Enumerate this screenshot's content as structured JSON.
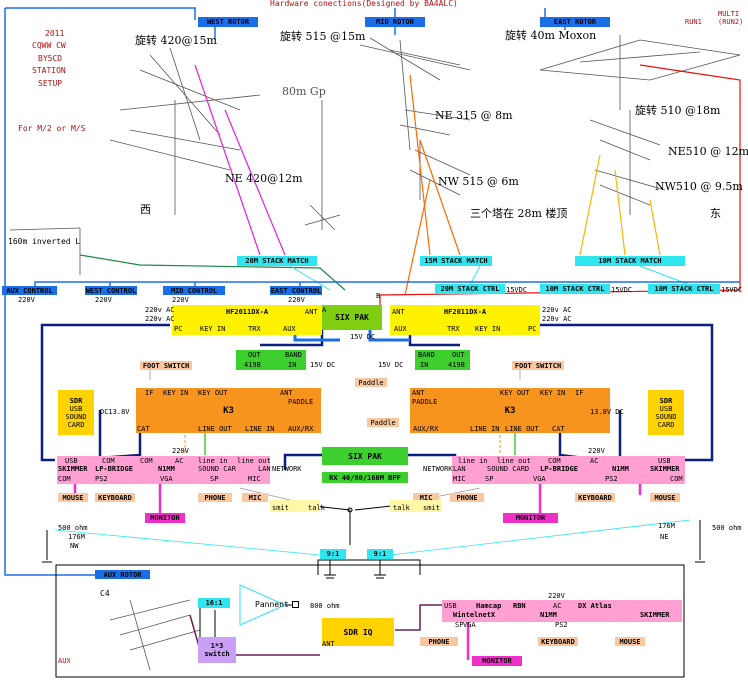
{
  "header": "Hardware conections(Designed by BA4ALC)",
  "top_left": {
    "year": "2011",
    "contest": "CQWW CW",
    "call": "BY5CD",
    "station": "STATION",
    "setup": "SETUP",
    "note": "For M/2 or M/S"
  },
  "top_right": {
    "multi": "MULTI",
    "run": "(RUN2)",
    "run1": "RUN1"
  },
  "rotors": {
    "west": "WEST ROTOR",
    "mid": "MID ROTOR",
    "east": "EAST ROTOR"
  },
  "antennas": {
    "a1": "旋转 420@15m",
    "a2": "旋转 515 @15m",
    "a3": "旋转 40m Moxon",
    "a4": "80m Gp",
    "a5": "NE 315 @ 8m",
    "a6": "NW 515 @ 6m",
    "a7": "NE 420@12m",
    "a8": "三个塔在 28m 楼顶",
    "a9": "旋转 510 @18m",
    "a10": "NE510 @ 12m",
    "a11": "NW510 @ 9.5m",
    "west": "西",
    "east": "东",
    "inv": "160m inverted L"
  },
  "stack": {
    "m20": "20M STACK MATCH",
    "m15": "15M STACK MATCH",
    "m10": "10M STACK MATCH",
    "c20": "20M STACK CTRL",
    "c15": "10M STACK CTRL",
    "c10": "10M STACK  CTRL",
    "v": "15VDC"
  },
  "controls": {
    "aux": "AUX CONTROL",
    "west": "WEST CONTROL",
    "mid": "MID  CONTROL",
    "east": "EAST CONTROL",
    "v": "220V"
  },
  "sixpak": {
    "top": "SIX PAK",
    "mid": "SIX PAK",
    "a": "A",
    "b": "B",
    "v": "15V DC"
  },
  "amp": {
    "name": "HF2011DX-A",
    "ac1": "220v AC",
    "ac2": "220v AC",
    "pc": "PC",
    "keyin": "KEY IN",
    "trx": "TRX",
    "aux": "AUX",
    "ant": "ANT"
  },
  "band": {
    "out": "OUT",
    "band": "BAND",
    "in": "IN",
    "n419": "419B",
    "v": "15V DC"
  },
  "k3": {
    "name": "K3",
    "if": "IF",
    "keyin": "KEY IN",
    "keyout": "KEY OUT",
    "ant": "ANT",
    "paddle": "PADDLE",
    "cat": "CAT",
    "lineout": "LINE OUT",
    "linein": "LINE IN",
    "auxrx": "AUX/RX",
    "dc": "DC13.8V",
    "dcr": "13.8V DC"
  },
  "foot": "FOOT SWITCH",
  "paddle": "Paddle",
  "sdr": {
    "name": "SDR",
    "usb": "USB",
    "sound": "SOUND",
    "card": "CARD"
  },
  "pc": {
    "usb": "USB",
    "com": "COM",
    "ac": "AC",
    "ps2": "PS2",
    "vga": "VGA",
    "skimmer": "SKIMMER",
    "lpbridge": "LP-BRIDGE",
    "n1mm": "N1MM",
    "linein": "line in",
    "soundcar": "SOUND CAR",
    "lineout": "line out",
    "lan": "LAN",
    "mic": "MIC",
    "sp": "SP",
    "network": "NETWORK",
    "soundcard": "SOUND CARD",
    "v": "220V"
  },
  "peripherals": {
    "mouse": "MOUSE",
    "keyboard": "KEYBOARD",
    "monitor": "MONITOR",
    "phone": "PHONE",
    "mic": "MIC"
  },
  "bpf": "RX 40/80/160M BPF",
  "switch": {
    "smit": "smit",
    "talk": "talk"
  },
  "trans": {
    "t1": "9:1",
    "t2": "9:1",
    "r500": "500 ohm",
    "r176": "176M",
    "nw": "NW",
    "ne": "NE"
  },
  "aux": {
    "rotor": "AUX ROTOR",
    "c4": "C4",
    "ratio": "16:1",
    "pannent": "Pannent",
    "ohm": "800 ohm",
    "sw": "1*3",
    "switch": "switch",
    "sdriq": "SDR IQ",
    "ant": "ANT",
    "label": "AUX",
    "hamcap": "Hamcap",
    "rbn": "RBN",
    "dxatlas": "DX Atlas",
    "wintelnet": "WintelnetX"
  }
}
